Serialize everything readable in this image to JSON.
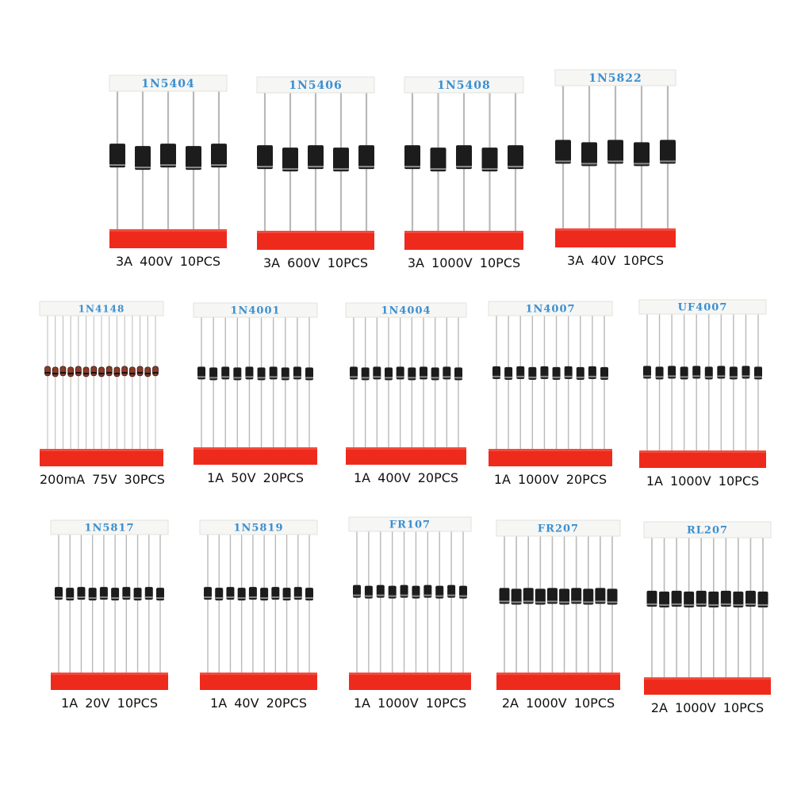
{
  "colors": {
    "label_text": "#3a8fd0",
    "label_tape": "#f6f6f4",
    "red_tape": "#ee2a1c",
    "diode_body": "#1c1c1c",
    "lead_wire": "#b9b9b9"
  },
  "packs": [
    {
      "part": "1N5404",
      "spec": "3A 400V 10PCS",
      "leads": 5,
      "size": "large"
    },
    {
      "part": "1N5406",
      "spec": "3A 600V 10PCS",
      "leads": 5,
      "size": "large"
    },
    {
      "part": "1N5408",
      "spec": "3A 1000V 10PCS",
      "leads": 5,
      "size": "large"
    },
    {
      "part": "1N5822",
      "spec": "3A 40V 10PCS",
      "leads": 5,
      "size": "large"
    },
    {
      "part": "1N4148",
      "spec": "200mA 75V 30PCS",
      "leads": 15,
      "size": "glass"
    },
    {
      "part": "1N4001",
      "spec": "1A 50V 20PCS",
      "leads": 10,
      "size": "small"
    },
    {
      "part": "1N4004",
      "spec": "1A 400V 20PCS",
      "leads": 10,
      "size": "small"
    },
    {
      "part": "1N4007",
      "spec": "1A 1000V 20PCS",
      "leads": 10,
      "size": "small"
    },
    {
      "part": "UF4007",
      "spec": "1A 1000V 10PCS",
      "leads": 10,
      "size": "small"
    },
    {
      "part": "1N5817",
      "spec": "1A 20V 10PCS",
      "leads": 10,
      "size": "small"
    },
    {
      "part": "1N5819",
      "spec": "1A 40V 20PCS",
      "leads": 10,
      "size": "small"
    },
    {
      "part": "FR107",
      "spec": "1A 1000V 10PCS",
      "leads": 10,
      "size": "small"
    },
    {
      "part": "FR207",
      "spec": "2A 1000V 10PCS",
      "leads": 10,
      "size": "medium"
    },
    {
      "part": "RL207",
      "spec": "2A 1000V 10PCS",
      "leads": 10,
      "size": "medium"
    }
  ]
}
